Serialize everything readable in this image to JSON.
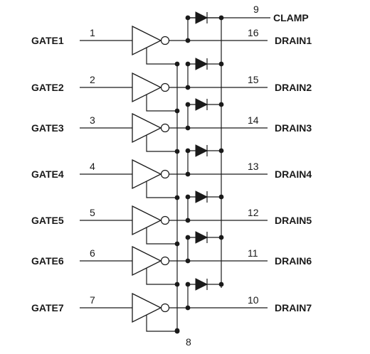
{
  "clamp": {
    "pin": "9",
    "label": "CLAMP"
  },
  "ground": {
    "pin": "8"
  },
  "channels": [
    {
      "gate": "GATE1",
      "in_pin": "1",
      "out_pin": "16",
      "drain": "DRAIN1"
    },
    {
      "gate": "GATE2",
      "in_pin": "2",
      "out_pin": "15",
      "drain": "DRAIN2"
    },
    {
      "gate": "GATE3",
      "in_pin": "3",
      "out_pin": "14",
      "drain": "DRAIN3"
    },
    {
      "gate": "GATE4",
      "in_pin": "4",
      "out_pin": "13",
      "drain": "DRAIN4"
    },
    {
      "gate": "GATE5",
      "in_pin": "5",
      "out_pin": "12",
      "drain": "DRAIN5"
    },
    {
      "gate": "GATE6",
      "in_pin": "6",
      "out_pin": "11",
      "drain": "DRAIN6"
    },
    {
      "gate": "GATE7",
      "in_pin": "7",
      "out_pin": "10",
      "drain": "DRAIN7"
    }
  ]
}
